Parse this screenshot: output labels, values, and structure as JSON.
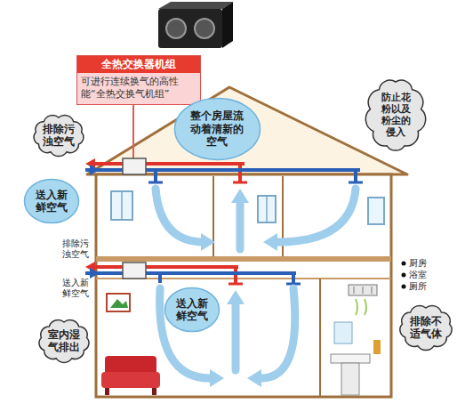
{
  "diagram": {
    "nodes": [
      {
        "text": [
          "全热交换器机组",
          "可进行连续换气的高性能“全热交换气机组”"
        ]
      },
      {
        "text": [
          "排除污浊空气"
        ]
      },
      {
        "text": [
          "整个房屋流动着清新的空气"
        ]
      },
      {
        "text": [
          "防止花粉以及粉尘的侵入"
        ]
      },
      {
        "text": [
          "送入新鲜空气"
        ]
      },
      {
        "text": [
          "送入新鲜空气"
        ]
      },
      {
        "text": [
          "室内湿气排出"
        ]
      },
      {
        "text": [
          "排除不适气体"
        ]
      }
    ],
    "labels": [
      "排除污浊空气",
      "送入新鲜空气",
      "厨房",
      "浴室",
      "厕所"
    ]
  }
}
